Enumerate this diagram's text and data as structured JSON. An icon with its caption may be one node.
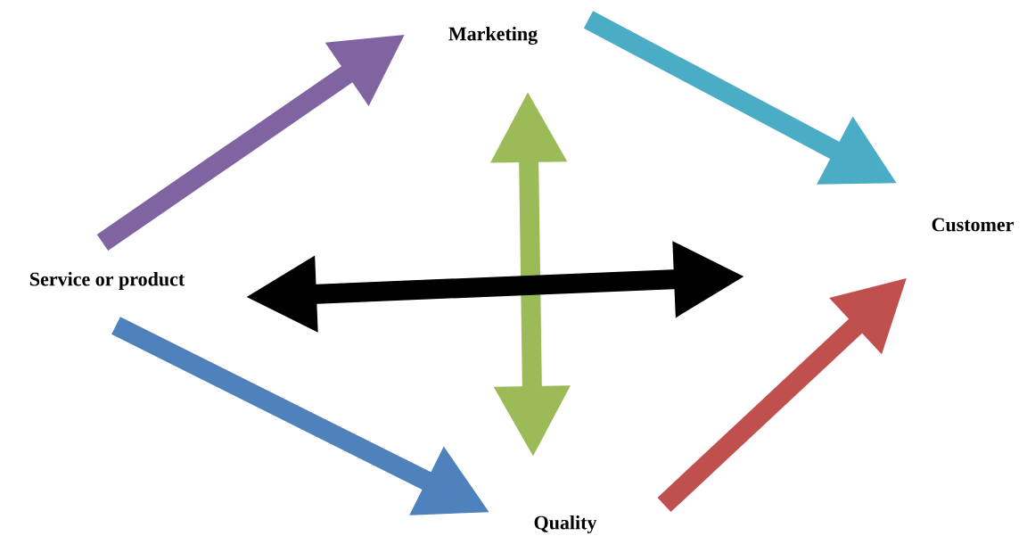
{
  "diagram": {
    "nodes": [
      {
        "text": [
          "Service or product"
        ]
      },
      {
        "text": [
          "Marketing"
        ]
      },
      {
        "text": [
          "Customer"
        ]
      },
      {
        "text": [
          "Quality"
        ]
      }
    ],
    "edges": [
      {
        "from": 0,
        "to": 1,
        "arrow": "to",
        "color": "#8064a2"
      },
      {
        "from": 1,
        "to": 2,
        "arrow": "to",
        "color": "#4bacc6"
      },
      {
        "from": 0,
        "to": 3,
        "arrow": "to",
        "color": "#4f81bd"
      },
      {
        "from": 3,
        "to": 2,
        "arrow": "to",
        "color": "#c0504d"
      },
      {
        "from": 1,
        "to": 3,
        "arrow": "both",
        "color": "#9bbb59"
      },
      {
        "from": 0,
        "to": null,
        "arrow": "both",
        "color": "#000000"
      }
    ]
  }
}
